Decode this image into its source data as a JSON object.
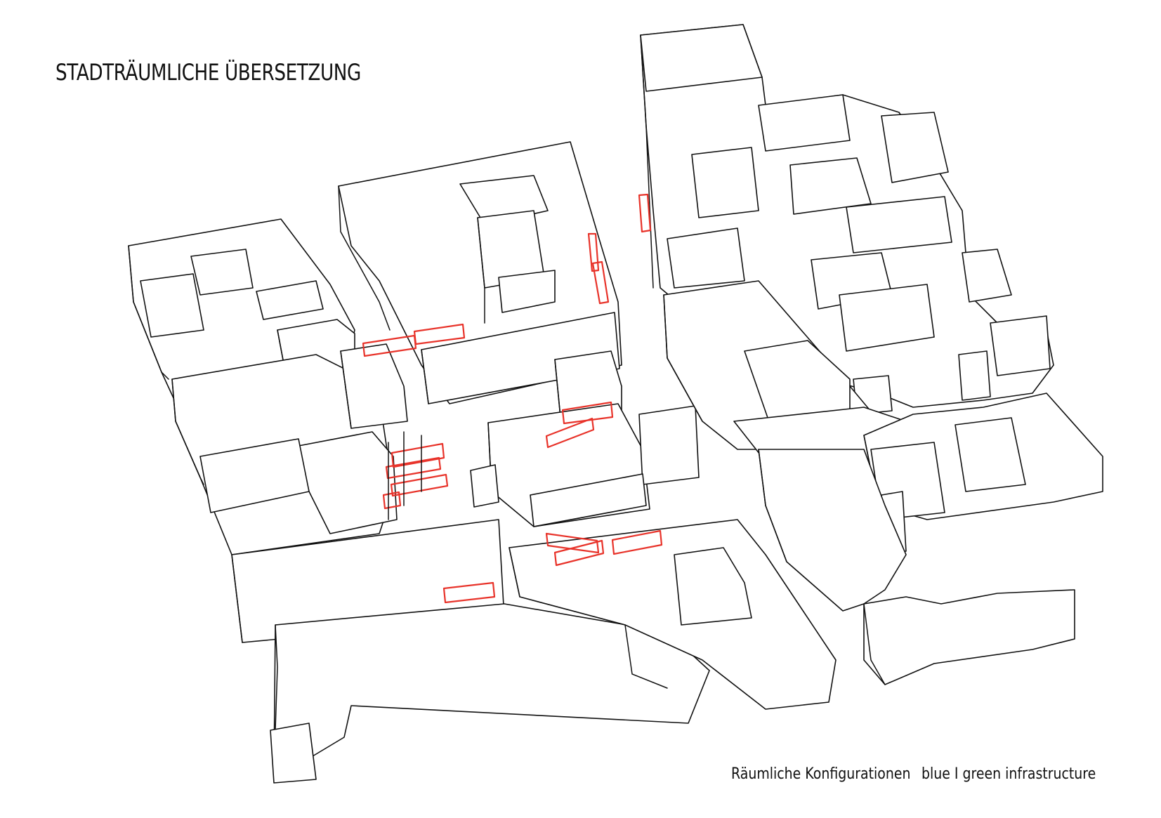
{
  "header": {
    "title": "STADTRÄUMLICHE ÜBERSETZUNG"
  },
  "footer": {
    "caption_left": "Räumliche Konfigurationen",
    "caption_right": "blue I green infrastructure"
  },
  "colors": {
    "outline": "#111111",
    "intervention": "#e8332a",
    "background": "#ffffff"
  }
}
